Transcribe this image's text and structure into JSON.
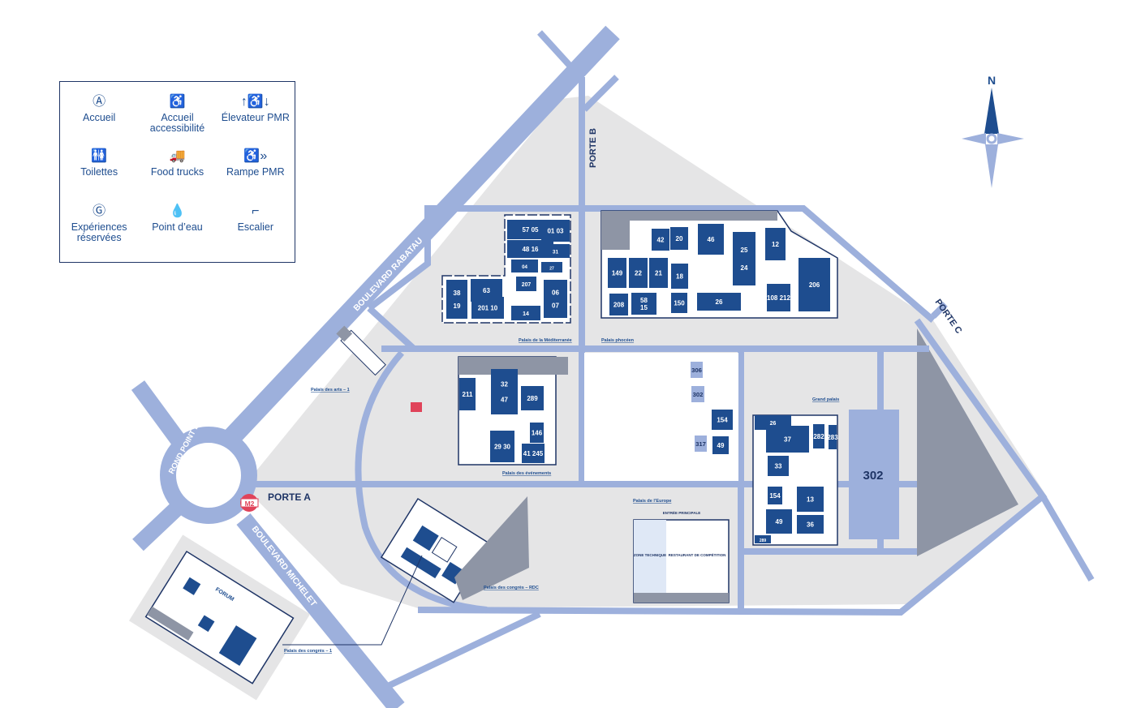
{
  "legend": [
    {
      "label": "Accueil",
      "icon": "accueil-icon",
      "glyph": "Ⓐ"
    },
    {
      "label": "Accueil accessibilité",
      "icon": "wheelchair-icon",
      "glyph": "♿"
    },
    {
      "label": "Élevateur PMR",
      "icon": "elevator-icon",
      "glyph": "↑♿↓"
    },
    {
      "label": "Toilettes",
      "icon": "toilets-icon",
      "glyph": "🚻"
    },
    {
      "label": "Food trucks",
      "icon": "food-truck-icon",
      "glyph": "🚚"
    },
    {
      "label": "Rampe PMR",
      "icon": "ramp-icon",
      "glyph": "♿»"
    },
    {
      "label": "Expériences réservées",
      "icon": "reserved-experience-icon",
      "glyph": "Ⓖ"
    },
    {
      "label": "Point d’eau",
      "icon": "water-point-icon",
      "glyph": "💧"
    },
    {
      "label": "Escalier",
      "icon": "stairs-icon",
      "glyph": "⌐"
    }
  ],
  "roads": {
    "rabatau": "BOULEVARD RABATAU",
    "michelet": "BOULEVARD MICHELET",
    "rond_point": "ROND POINT DU PRADO"
  },
  "gates": {
    "a": "PORTE A",
    "b": "PORTE B",
    "c": "PORTE C"
  },
  "metro": "M2",
  "compass": "N",
  "halls": {
    "mediterranee": "Palais de la Méditerranée",
    "phoceen": "Palais phocéen",
    "evenements": "Palais des événements",
    "europe": "Palais de l’Europe",
    "grand": "Grand palais",
    "congres_rdc": "Palais des congrès – RDC",
    "congres_1": "Palais des congrès – 1",
    "arts": "Palais des arts – 1",
    "hall_302": "302",
    "forum": "FORUM",
    "zone": "ZONE TECHNIQUE",
    "restaurant": "RESTAURANT DE COMPÉTITION",
    "entree": "ENTRÉE PRINCIPALE"
  },
  "booths": {
    "mediterranee": [
      "57  05",
      "01  03",
      "48  16",
      "31",
      "04",
      "27",
      "63",
      "207",
      "06\n07",
      "38\n19",
      "201  10",
      "14"
    ],
    "phoceen": [
      "42",
      "20",
      "46",
      "25\n24",
      "12",
      "149",
      "22",
      "21",
      "18",
      "208",
      "58\n15",
      "150",
      "26",
      "108 212",
      "206"
    ],
    "evenements": [
      "211",
      "32\n47",
      "289",
      "29  30",
      "146",
      "41 245"
    ],
    "centre_dark": [
      "154",
      "49"
    ],
    "centre_light": [
      "306",
      "302",
      "317"
    ],
    "grand": [
      "26",
      "37",
      "282",
      "283",
      "33",
      "154",
      "13",
      "49",
      "36",
      "289"
    ]
  },
  "colors": {
    "road": "#9db0dc",
    "ground": "#e5e5e6",
    "booth": "#1e4d8f",
    "gray": "#8e95a5",
    "accent": "#e0435a"
  }
}
